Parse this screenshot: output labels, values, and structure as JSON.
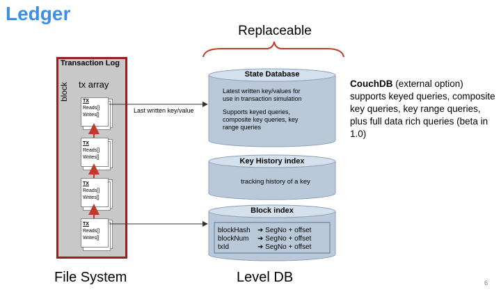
{
  "title": "Ledger",
  "replaceable": "Replaceable",
  "file_system": "File System",
  "level_db": "Level DB",
  "page_number": "6",
  "transaction_log": {
    "title": "Transaction Log",
    "tx_array": "tx array",
    "block": "block",
    "pages": [
      {
        "tx": "TX",
        "reads": "Reads[]",
        "writes": "Writes[]"
      },
      {
        "tx": "TX",
        "reads": "Reads[]",
        "writes": "Writes[]"
      },
      {
        "tx": "TX",
        "reads": "Reads[]",
        "writes": "Writes[]"
      },
      {
        "tx": "TX",
        "reads": "Reads[]",
        "writes": "Writes[]"
      }
    ]
  },
  "arrow_label": "Last written key/value",
  "state_db": {
    "title": "State Database",
    "line1": "Latest written key/values for",
    "line2": "use in transaction simulation",
    "line3": "Supports keyed queries,",
    "line4": "composite key queries, key",
    "line5": "range queries"
  },
  "history_index": {
    "title": "Key History index",
    "text": "tracking history of a key"
  },
  "block_index": {
    "title": "Block index",
    "rows": [
      {
        "key": "blockHash",
        "value": "SegNo + offset"
      },
      {
        "key": "blockNum",
        "value": "SegNo + offset"
      },
      {
        "key": "txId",
        "value": "SegNo + offset"
      }
    ]
  },
  "couchdb": {
    "name": "CouchDB",
    "rest": " (external option) supports keyed queries, composite key queries, key range queries, plus full data rich queries (beta in 1.0)"
  },
  "colors": {
    "title": "#3d8fe6",
    "accent_red": "#c0392b",
    "cylinder_fill": "#b9c9d9"
  }
}
